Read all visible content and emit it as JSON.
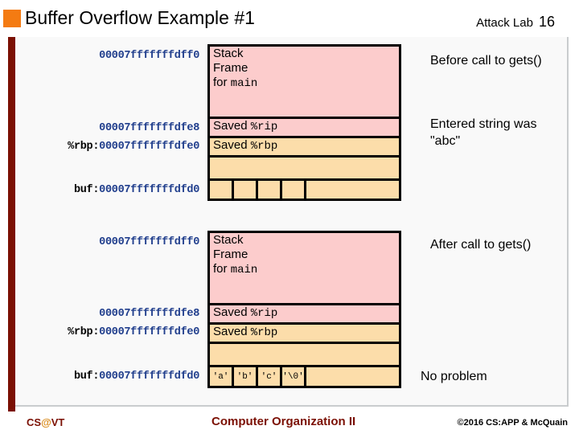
{
  "header": {
    "title": "Buffer Overflow Example #1",
    "lab": "Attack Lab",
    "slide_number": "16",
    "bullet_color": "#F47B12"
  },
  "colors": {
    "accent_orange": "#F47B12",
    "maroon": "#7B1004",
    "address_blue": "#1F3D8C",
    "frame_pink": "#FCCCCC",
    "frame_tan": "#FCDDAA",
    "panel_border": "#C9CCCE"
  },
  "diagrams": [
    {
      "id": "before-gets",
      "addresses": [
        {
          "label": "",
          "hex": "00007fffffffdff0"
        },
        {
          "label": "",
          "hex": "00007fffffffdfe8"
        },
        {
          "label": "%rbp:",
          "hex": "00007fffffffdfe0"
        },
        {
          "label": "buf:",
          "hex": "00007fffffffdfd0"
        }
      ],
      "rows": [
        {
          "name": "stack-frame-main",
          "fill": "pink",
          "text_lines": [
            "Stack",
            "Frame",
            "for main"
          ],
          "mono_tail": "main"
        },
        {
          "name": "saved-rip",
          "fill": "pink",
          "text": "Saved ",
          "mono": "%rip"
        },
        {
          "name": "saved-rbp",
          "fill": "tan",
          "text": "Saved ",
          "mono": "%rbp"
        },
        {
          "name": "empty-slot",
          "fill": "tan",
          "text": ""
        },
        {
          "name": "buffer",
          "fill": "tan",
          "cells": [
            "",
            "",
            "",
            ""
          ]
        }
      ],
      "notes": [
        "Before call to gets()",
        "Entered string was\n\"abc\""
      ]
    },
    {
      "id": "after-gets",
      "addresses": [
        {
          "label": "",
          "hex": "00007fffffffdff0"
        },
        {
          "label": "",
          "hex": "00007fffffffdfe8"
        },
        {
          "label": "%rbp:",
          "hex": "00007fffffffdfe0"
        },
        {
          "label": "buf:",
          "hex": "00007fffffffdfd0"
        }
      ],
      "rows": [
        {
          "name": "stack-frame-main",
          "fill": "pink",
          "text_lines": [
            "Stack",
            "Frame",
            "for main"
          ],
          "mono_tail": "main"
        },
        {
          "name": "saved-rip",
          "fill": "pink",
          "text": "Saved ",
          "mono": "%rip"
        },
        {
          "name": "saved-rbp",
          "fill": "tan",
          "text": "Saved ",
          "mono": "%rbp"
        },
        {
          "name": "empty-slot",
          "fill": "tan",
          "text": ""
        },
        {
          "name": "buffer",
          "fill": "tan",
          "cells": [
            "'a'",
            "'b'",
            "'c'",
            "'\\0'"
          ]
        }
      ],
      "notes": [
        "After call to gets()",
        "No problem"
      ]
    }
  ],
  "labels": {
    "stack_line1": "Stack",
    "stack_line2": "Frame",
    "stack_line3_prefix": "for ",
    "stack_line3_mono": "main",
    "saved_prefix": "Saved ",
    "rip": "%rip",
    "rbp": "%rbp"
  },
  "notes": {
    "before_gets": "Before call to gets()",
    "entered_string": "Entered string was\n\"abc\"",
    "after_gets": "After call to gets()",
    "no_problem": "No problem"
  },
  "footer": {
    "logo_cs": "CS",
    "logo_at": "@",
    "logo_vt": "VT",
    "center": "Computer Organization II",
    "copyright": "©2016 CS:APP &  McQuain"
  }
}
